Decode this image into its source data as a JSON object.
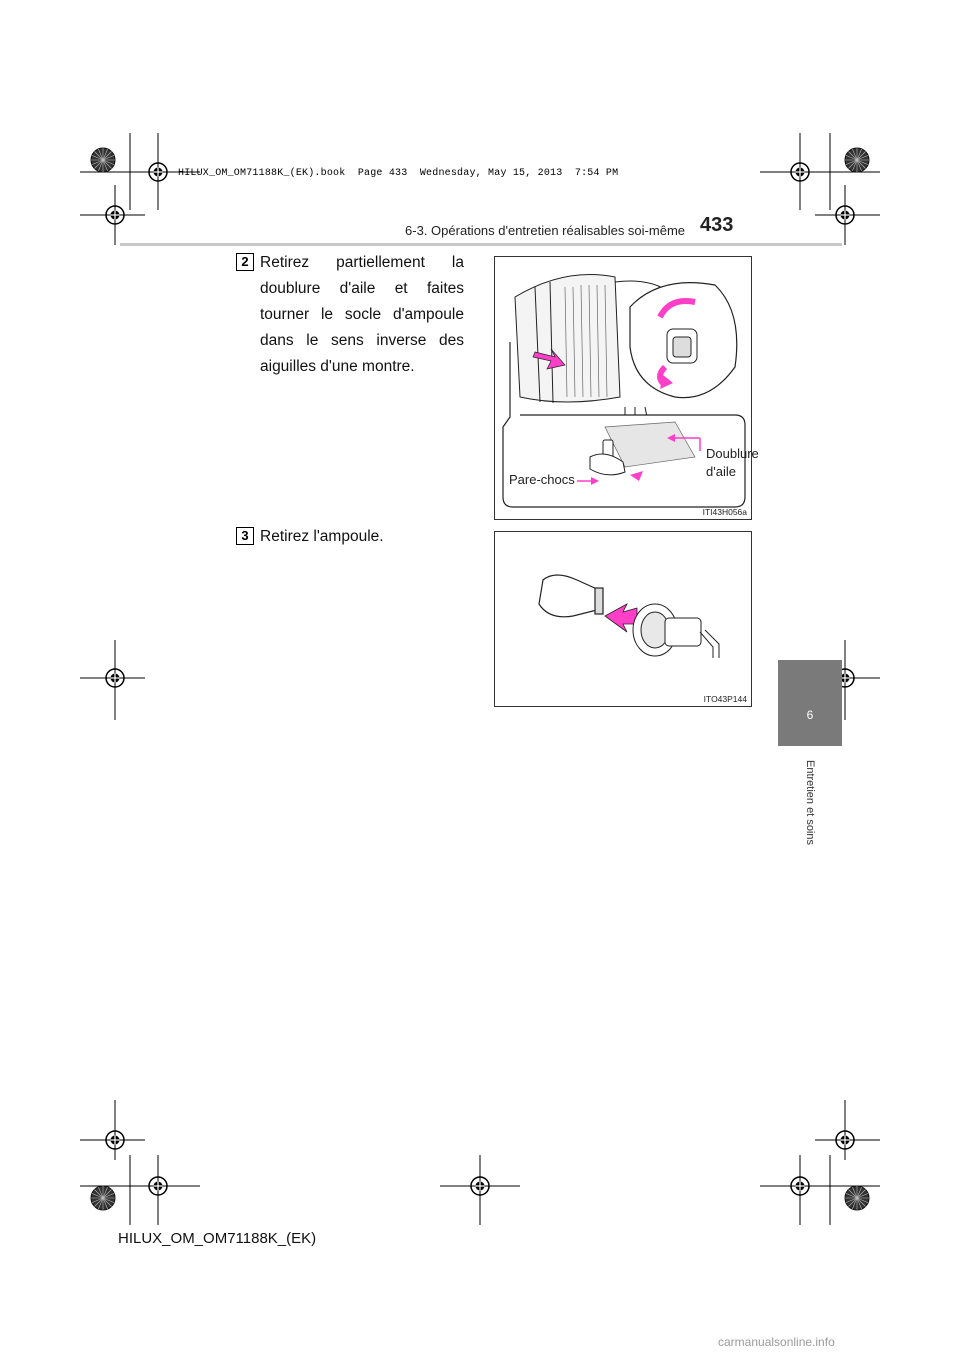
{
  "book_line": "HILUX_OM_OM71188K_(EK).book  Page 433  Wednesday, May 15, 2013  7:54 PM",
  "header": {
    "section_title": "6-3. Opérations d'entretien réalisables soi-même",
    "page_number": "433"
  },
  "side_tab": {
    "number": "6",
    "label": "Entretien et soins"
  },
  "steps": [
    {
      "number": "2",
      "text": "Retirez partiellement la doublure d'aile et faites tourner le socle d'ampoule dans le sens inverse des aiguilles d'une montre."
    },
    {
      "number": "3",
      "text": "Retirez l'ampoule."
    }
  ],
  "figure1": {
    "code": "ITI43H056a",
    "label_doublure_1": "Doublure",
    "label_doublure_2": "d'aile",
    "label_parechocs": "Pare-chocs",
    "accent": "#ff3fc8"
  },
  "figure2": {
    "code": "ITO43P144"
  },
  "footer": "HILUX_OM_OM71188K_(EK)",
  "watermark": "carmanualsonline.info"
}
